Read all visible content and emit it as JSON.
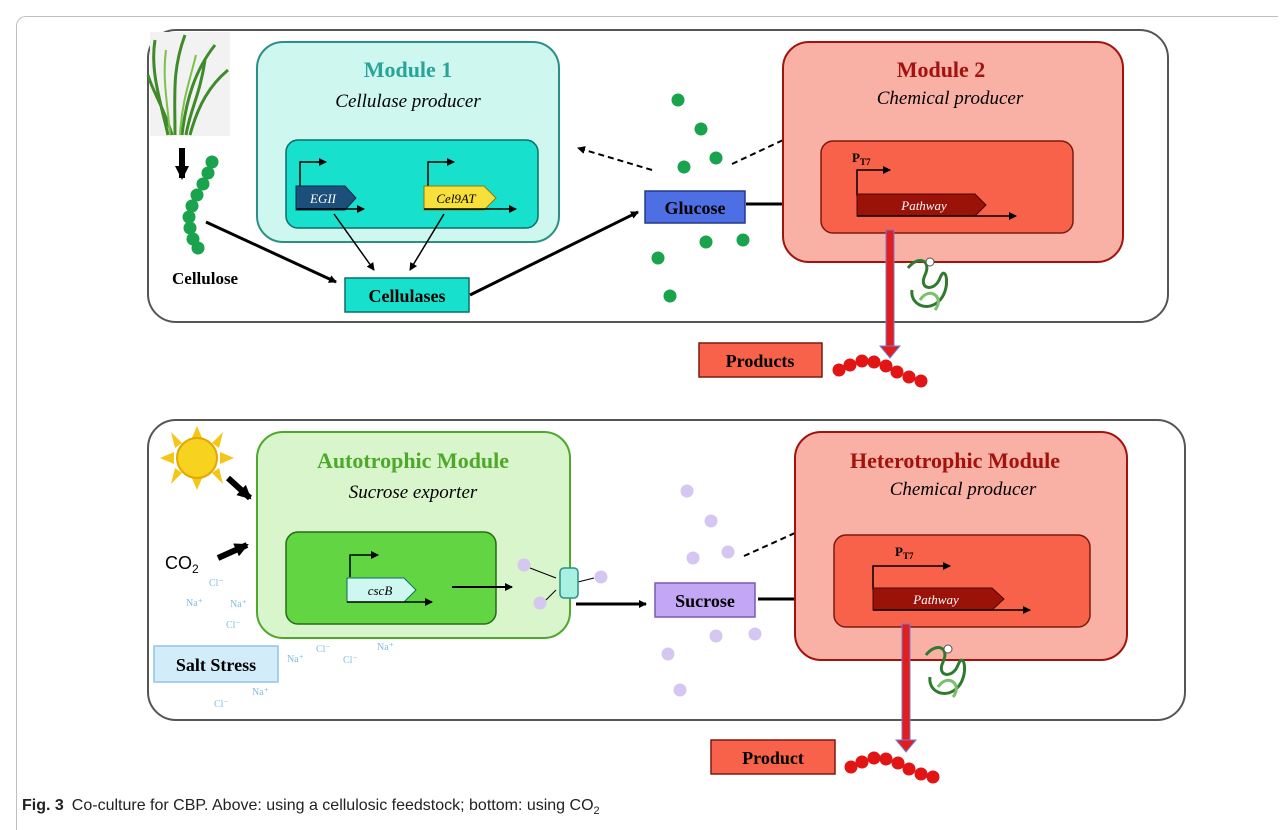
{
  "top": {
    "module1": {
      "title": "Module 1",
      "subtitle": "Cellulase producer"
    },
    "module2": {
      "title": "Module 2",
      "subtitle": "Chemical producer"
    },
    "genes": {
      "gene1": "EGII",
      "gene2": "Cel9AT",
      "pathway": "Pathway",
      "promoter": "P",
      "promoter_sub": "T7"
    },
    "labels": {
      "cellulose": "Cellulose",
      "cellulases": "Cellulases",
      "glucose": "Glucose",
      "products": "Products"
    }
  },
  "bottom": {
    "auto_module": {
      "title": "Autotrophic Module",
      "subtitle": "Sucrose exporter"
    },
    "hetero_module": {
      "title": "Heterotrophic Module",
      "subtitle": "Chemical producer"
    },
    "genes": {
      "gene": "cscB",
      "pathway": "Pathway",
      "promoter": "P",
      "promoter_sub": "T7"
    },
    "labels": {
      "co2": "CO",
      "co2_sub": "2",
      "sucrose": "Sucrose",
      "salt_stress": "Salt Stress",
      "product": "Product"
    },
    "ions": {
      "cl": "Cl⁻",
      "na": "Na⁺"
    }
  },
  "caption": {
    "fig_label": "Fig. 3",
    "text": "Co-culture for CBP. Above: using a cellulosic feedstock; bottom: using CO",
    "text_sub": "2"
  },
  "colors": {
    "module1_fill": "#cdf7ef",
    "module1_inner": "#17e0cd",
    "module1_title": "#2aa39a",
    "module2_fill": "#f9b0a5",
    "module2_inner": "#f8624a",
    "module2_title": "#a3120d",
    "auto_fill": "#d9f5cc",
    "auto_inner": "#62d642",
    "auto_title": "#4ea82b",
    "glucose_box": "#4d6fe3",
    "sucrose_box": "#c3a6f4",
    "glucose_dot": "#19a34c",
    "sucrose_dot": "#d6c6f2",
    "products_box": "#f8624a",
    "chain": "#e11515",
    "salt_box": "#d2ecfa",
    "ion_text": "#7fbfe3"
  }
}
